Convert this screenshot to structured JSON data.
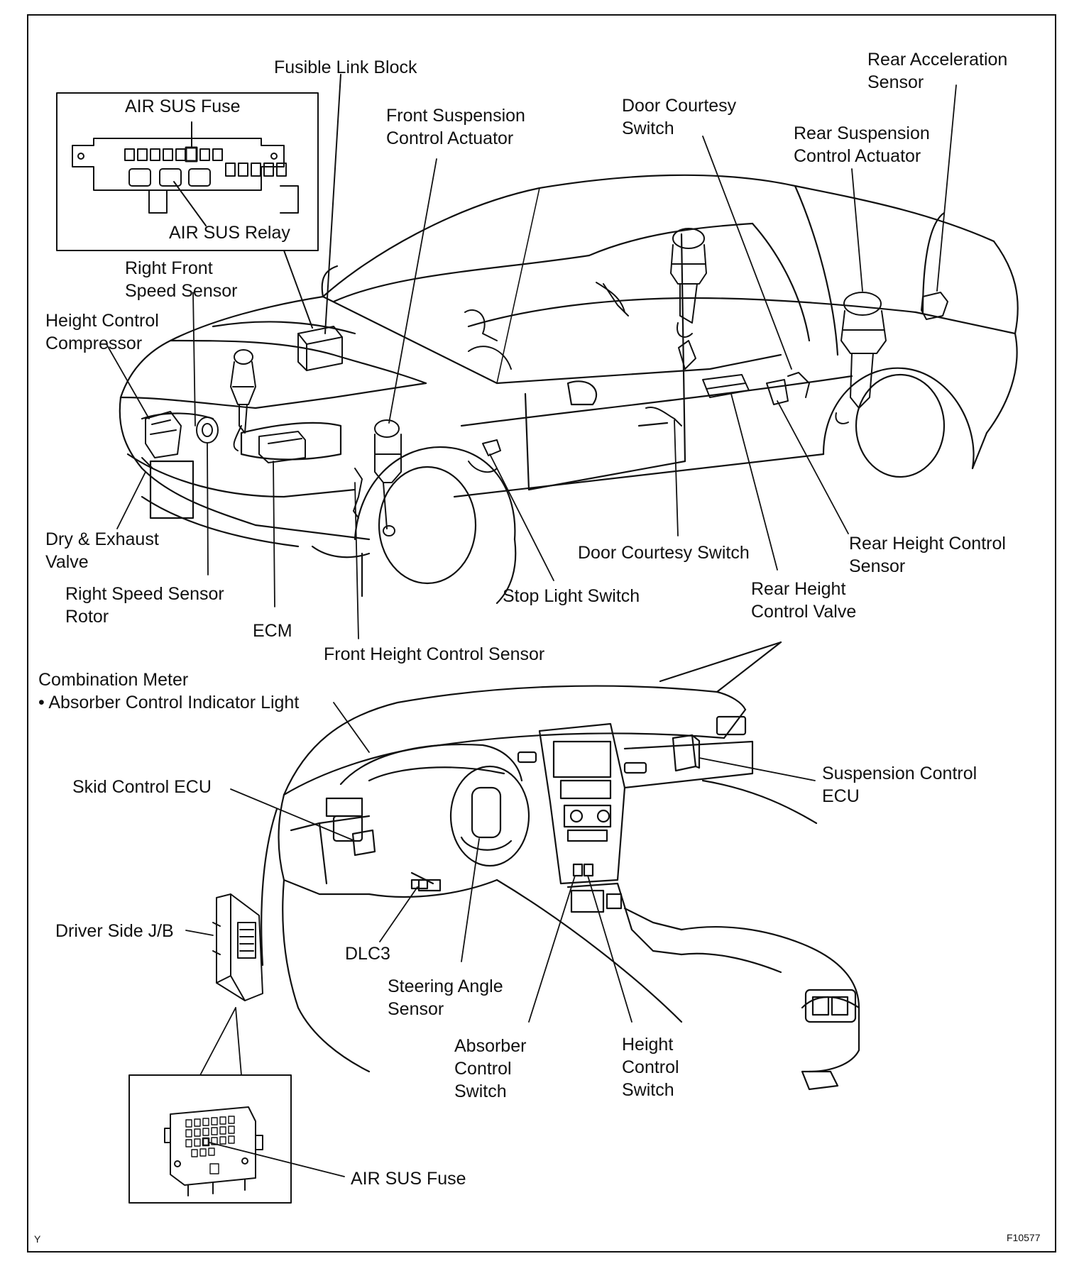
{
  "labels": {
    "fusible_link_block": "Fusible Link Block",
    "air_sus_fuse_top": "AIR SUS Fuse",
    "air_sus_relay": "AIR SUS Relay",
    "rear_acceleration_sensor": [
      "Rear Acceleration",
      "Sensor"
    ],
    "front_suspension_control_actuator": [
      "Front Suspension",
      "Control Actuator"
    ],
    "door_courtesy_switch_top": [
      "Door Courtesy",
      "Switch"
    ],
    "rear_suspension_control_actuator": [
      "Rear Suspension",
      "Control Actuator"
    ],
    "right_front_speed_sensor": [
      "Right Front",
      "Speed Sensor"
    ],
    "height_control_compressor": [
      "Height Control",
      "Compressor"
    ],
    "dry_exhaust_valve": [
      "Dry & Exhaust",
      "Valve"
    ],
    "right_speed_sensor_rotor": [
      "Right  Speed  Sensor",
      "Rotor"
    ],
    "ecm": "ECM",
    "front_height_control_sensor": "Front Height Control Sensor",
    "stop_light_switch": "Stop Light Switch",
    "door_courtesy_switch_mid": "Door Courtesy Switch",
    "rear_height_control_valve": [
      "Rear Height",
      "Control Valve"
    ],
    "rear_height_control_sensor": [
      "Rear Height Control",
      "Sensor"
    ],
    "combination_meter": [
      "Combination Meter",
      "• Absorber Control Indicator Light"
    ],
    "skid_control_ecu": "Skid Control ECU",
    "suspension_control_ecu": [
      "Suspension Control",
      "ECU"
    ],
    "driver_side_jb": "Driver Side J/B",
    "dlc3": "DLC3",
    "steering_angle_sensor": [
      "Steering Angle",
      "Sensor"
    ],
    "absorber_control_switch": [
      "Absorber",
      "Control",
      "Switch"
    ],
    "height_control_switch": [
      "Height",
      "Control",
      "Switch"
    ],
    "air_sus_fuse_bottom": "AIR SUS Fuse",
    "corner_code": "Y",
    "figure_code": "F10577"
  },
  "colors": {
    "ink": "#111111",
    "paper": "#ffffff"
  }
}
